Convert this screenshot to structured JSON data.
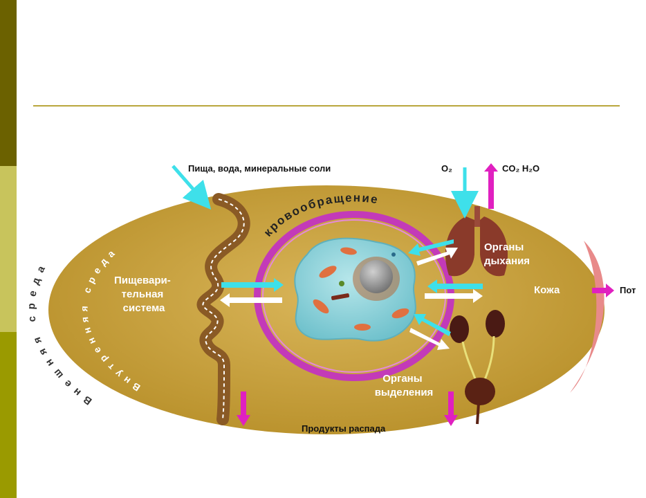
{
  "colors": {
    "sidebar_dark": "#6b6100",
    "sidebar_light": "#c8c45c",
    "sidebar_mid": "#9a9a00",
    "rule": "#b9a63c",
    "ellipse": "#c9a23e",
    "inflow_arrow": "#3ee0ea",
    "outflow_arrow": "#e020c0",
    "internal_arrow": "#ffffff",
    "circulation_ring": "#c33ab8",
    "cell": "#8fd4dc"
  },
  "diagram": {
    "outer_label": "Внешняя среда",
    "inner_label": "Внутренняя среда",
    "circulation_label": "кровообращение",
    "top_input_label": "Пища, вода, минеральные соли",
    "o2_label": "O₂",
    "co2_h2o_label": "CO₂  H₂O",
    "digestive_label": [
      "Пищевари-",
      "тельная",
      "система"
    ],
    "respiratory_label": [
      "Органы",
      "дыхания"
    ],
    "skin_label": "Кожа",
    "sweat_label": "Пот",
    "excretory_label": [
      "Органы",
      "выделения"
    ],
    "decay_label": "Продукты распада"
  }
}
